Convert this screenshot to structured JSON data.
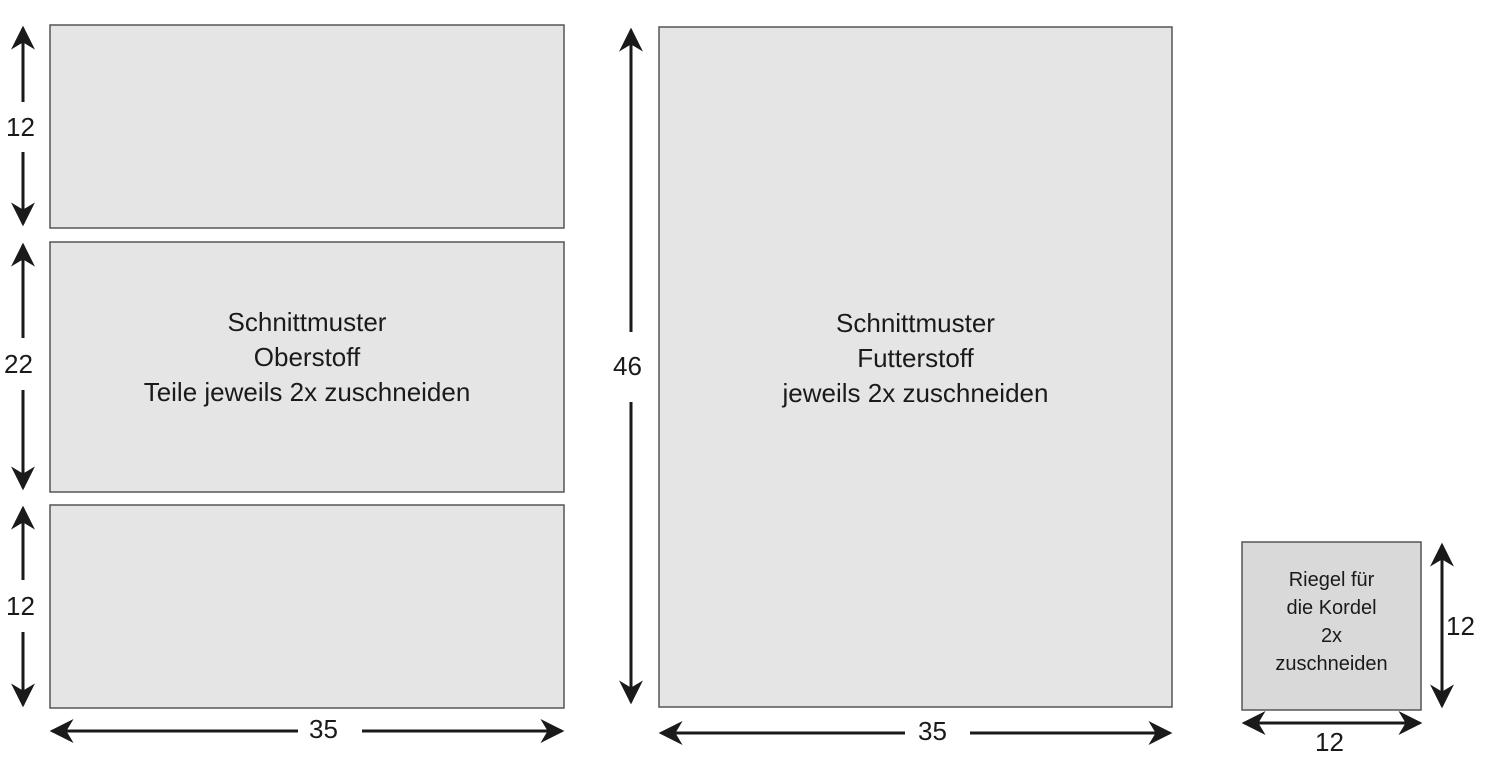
{
  "pieces": {
    "oberstoff_top": {
      "height_value": "12",
      "width_value": "35"
    },
    "oberstoff_middle": {
      "lines": [
        "Schnittmuster",
        "Oberstoff",
        "Teile jeweils 2x zuschneiden"
      ],
      "height_value": "22"
    },
    "oberstoff_bottom": {
      "height_value": "12"
    },
    "oberstoff_width_value": "35",
    "futterstoff": {
      "lines": [
        "Schnittmuster",
        "Futterstoff",
        "jeweils 2x zuschneiden"
      ],
      "height_value": "46",
      "width_value": "35"
    },
    "riegel": {
      "lines": [
        "Riegel für",
        "die Kordel",
        "2x",
        "zuschneiden"
      ],
      "height_value": "12",
      "width_value": "12"
    }
  }
}
